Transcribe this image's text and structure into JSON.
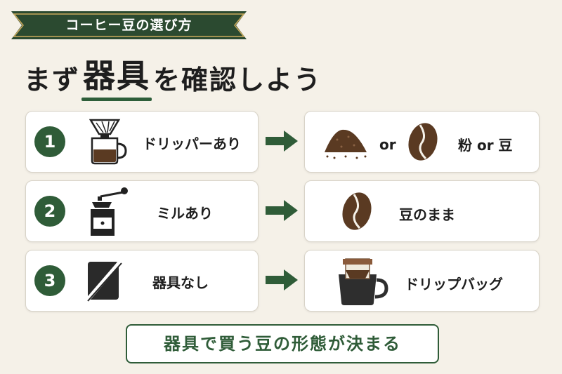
{
  "badge": {
    "text": "コーヒー豆の選び方"
  },
  "headline": {
    "pre": "まず",
    "emph": "器具",
    "post": "を確認しよう"
  },
  "rows": [
    {
      "num": "1",
      "left_label": "ドリッパーあり",
      "right_or": "or",
      "right_label": "粉 or 豆",
      "left_icon": "dripper-server-icon",
      "right_icons": [
        "ground-coffee-icon",
        "coffee-bean-icon"
      ]
    },
    {
      "num": "2",
      "left_label": "ミルあり",
      "right_label": "豆のまま",
      "left_icon": "coffee-grinder-icon",
      "right_icons": [
        "coffee-bean-icon"
      ]
    },
    {
      "num": "3",
      "left_label": "器具なし",
      "right_label": "ドリップバッグ",
      "left_icon": "no-equipment-icon",
      "right_icons": [
        "drip-bag-mug-icon"
      ]
    }
  ],
  "footer": {
    "text": "器具で買う豆の形態が決まる"
  },
  "colors": {
    "accent": "#2f5c38",
    "background": "#f5f1e8",
    "coffee": "#5a3a22"
  }
}
